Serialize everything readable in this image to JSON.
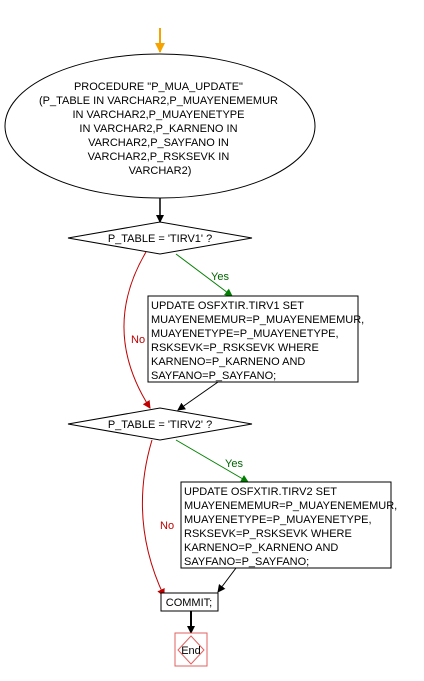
{
  "flowchart": {
    "procedure_lines": [
      "PROCEDURE \"P_MUA_UPDATE\"",
      "(P_TABLE IN VARCHAR2,P_MUAYENEMEMUR",
      "IN VARCHAR2,P_MUAYENETYPE",
      "IN VARCHAR2,P_KARNENO IN",
      "VARCHAR2,P_SAYFANO IN",
      "VARCHAR2,P_RSKSEVK IN",
      "VARCHAR2)"
    ],
    "decision1": "P_TABLE = 'TIRV1' ?",
    "decision2": "P_TABLE = 'TIRV2' ?",
    "yes_label": "Yes",
    "no_label": "No",
    "update1_lines": [
      "UPDATE OSFXTIR.TIRV1 SET",
      "MUAYENEMEMUR=P_MUAYENEMEMUR,",
      "MUAYENETYPE=P_MUAYENETYPE,",
      "RSKSEVK=P_RSKSEVK WHERE",
      "KARNENO=P_KARNENO AND",
      "SAYFANO=P_SAYFANO;"
    ],
    "update2_lines": [
      "UPDATE OSFXTIR.TIRV2 SET",
      "MUAYENEMEMUR=P_MUAYENEMEMUR,",
      "MUAYENETYPE=P_MUAYENETYPE,",
      "RSKSEVK=P_RSKSEVK WHERE",
      "KARNENO=P_KARNENO AND",
      "SAYFANO=P_SAYFANO;"
    ],
    "commit": "COMMIT;",
    "end": "End",
    "colors": {
      "start_arrow": "#f5a300",
      "yes": "#008000",
      "no": "#c00000",
      "end": "#e06060",
      "stroke": "#000000"
    }
  }
}
